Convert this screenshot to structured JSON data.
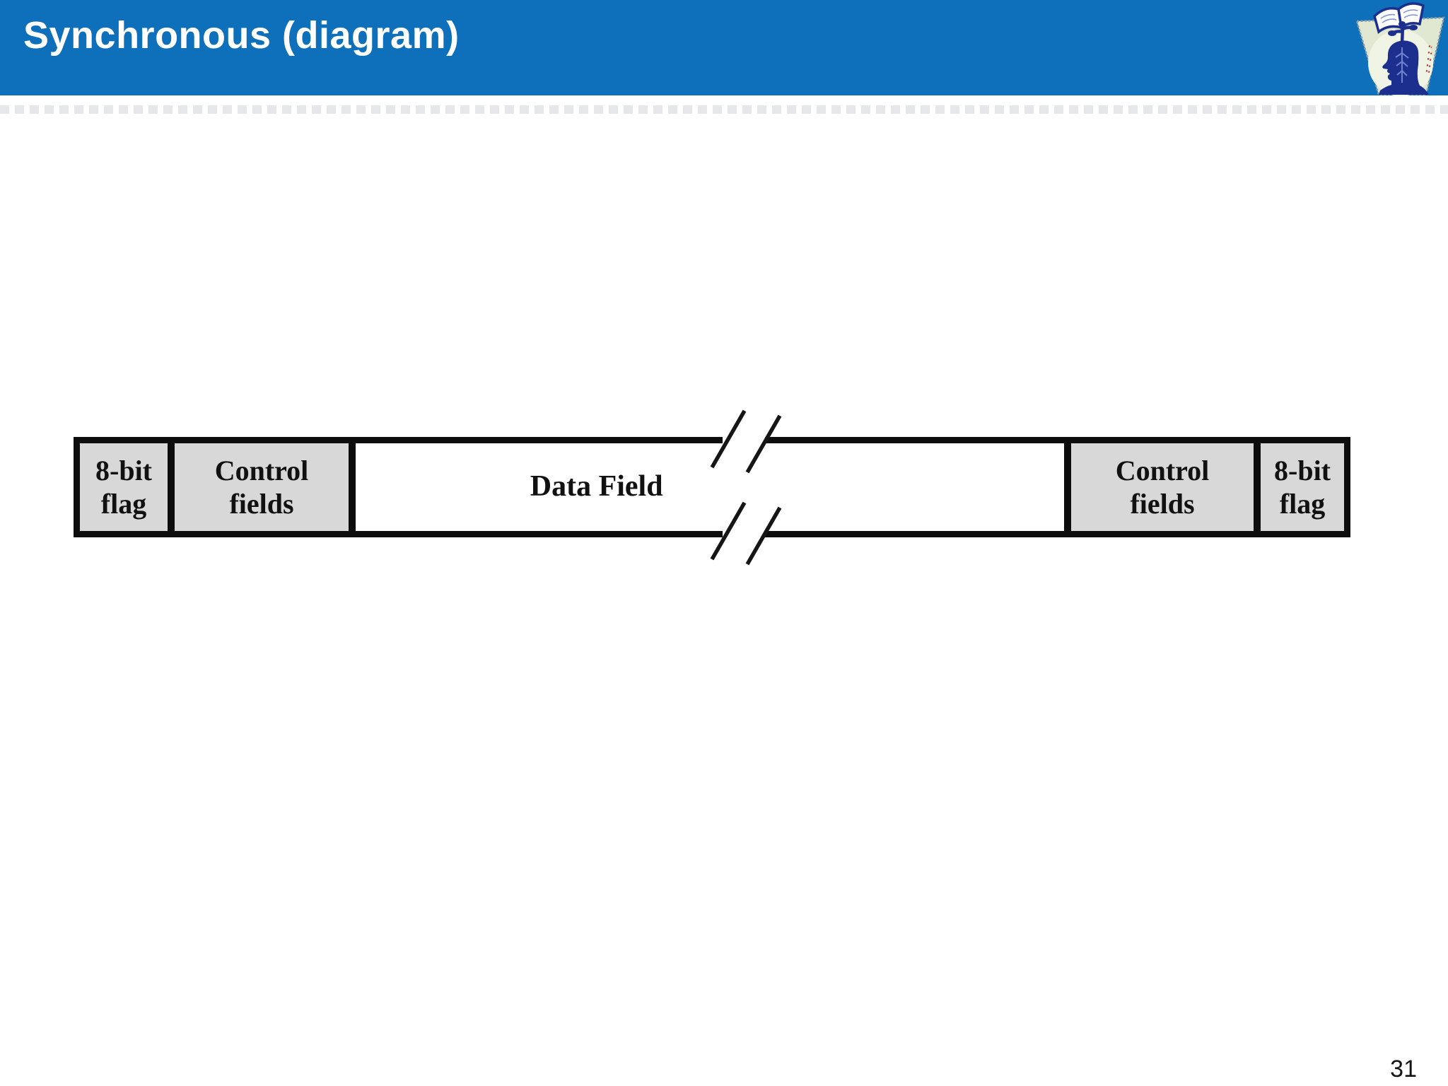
{
  "slide": {
    "title": "Synchronous (diagram)",
    "page_number": "31"
  },
  "header": {
    "background_color": "#0e70ba",
    "title_color": "#ffffff",
    "logo_icon": "university-crest-logo"
  },
  "diagram": {
    "type": "frame-format",
    "border_color": "#0d0d0d",
    "flag_fill": "#d8d8d8",
    "data_fill": "#ffffff",
    "break_mark_icon": "frame-continuation-slashes",
    "cells": [
      {
        "name": "start-flag",
        "lines": [
          "8-bit",
          "flag"
        ]
      },
      {
        "name": "control-fields-left",
        "lines": [
          "Control",
          "fields"
        ]
      },
      {
        "name": "data-field",
        "lines": [
          "Data Field"
        ]
      },
      {
        "name": "control-fields-right",
        "lines": [
          "Control",
          "fields"
        ]
      },
      {
        "name": "end-flag",
        "lines": [
          "8-bit",
          "flag"
        ]
      }
    ]
  }
}
